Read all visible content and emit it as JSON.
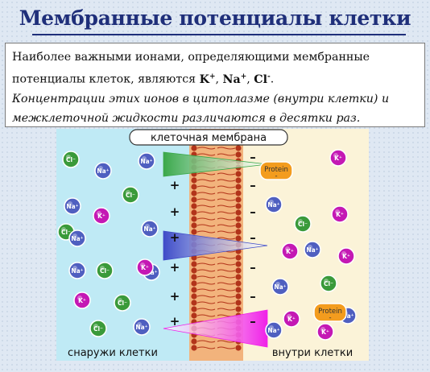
{
  "title": "Мембранные потенциалы клетки",
  "intro": {
    "line1": "Наиболее важными ионами, определяющими мембранные",
    "line2_prefix": "потенциалы клеток, являются ",
    "ion_k": "K",
    "ion_na": "Na",
    "ion_cl": "Cl",
    "charge_plus": "+",
    "charge_minus": "-",
    "sep": ", ",
    "period": ".",
    "italic1": "Концентрации этих ионов в цитоплазме (внутри клетки) и",
    "italic2": "межклеточной жидкости различаются в десятки раз."
  },
  "diagram": {
    "membrane_label": "клеточная мембрана",
    "outside_label": "снаружи клетки",
    "inside_label": "внутри клетки",
    "protein_label": "Protein",
    "protein_charge": "-",
    "outside_sign": "+",
    "inside_sign": "–",
    "ion_labels": {
      "cl": "Cl⁻",
      "na": "Na⁺",
      "k": "K⁺"
    },
    "colors": {
      "outside_bg": "#bfeaf5",
      "inside_bg": "#fbf3d8",
      "membrane_bg": "#f2b37c",
      "cl": "#3a9a3a",
      "na": "#4f5fc0",
      "k": "#c418b4",
      "protein": "#f39c1e",
      "k_arrow": "#f020e8",
      "na_arrow": "#3f4cc8",
      "cl_arrow": "#3aa84a"
    }
  }
}
